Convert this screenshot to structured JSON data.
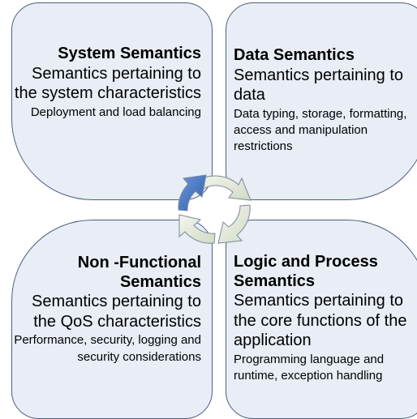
{
  "quadrants": {
    "top_left": {
      "title": "System Semantics",
      "main": "Semantics pertaining to the system characteristics",
      "sub": "Deployment and load balancing"
    },
    "top_right": {
      "title": "Data Semantics",
      "main": "Semantics pertaining to data",
      "sub": "Data typing, storage, formatting, access and manipulation restrictions"
    },
    "bottom_left": {
      "title": "Non -Functional Semantics",
      "main": "Semantics pertaining to the QoS characteristics",
      "sub": "Performance, security, logging and security considerations"
    },
    "bottom_right": {
      "title": "Logic and Process Semantics",
      "main": "Semantics pertaining to the core functions of the application",
      "sub": "Programming language and runtime, exception handling"
    }
  },
  "colors": {
    "quadrant_fill": "#e8edf6",
    "quadrant_border": "#4d5f7c",
    "arrow_active": "#4a77c4",
    "arrow_inactive": "#e3e9d8",
    "arrow_stroke": "#7a8a9e"
  }
}
